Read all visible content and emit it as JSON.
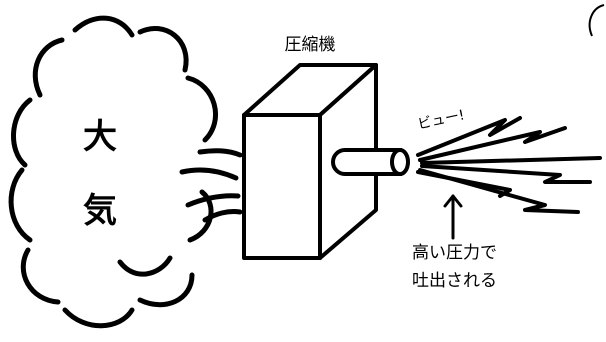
{
  "diagram": {
    "atmosphere_label_line1": "大",
    "atmosphere_label_line2": "気",
    "compressor_label": "圧縮機",
    "sound_effect": "ビュー!",
    "discharge_note_line1": "高い圧力で",
    "discharge_note_line2": "吐出される"
  },
  "colors": {
    "stroke": "#000000",
    "background": "#ffffff"
  }
}
